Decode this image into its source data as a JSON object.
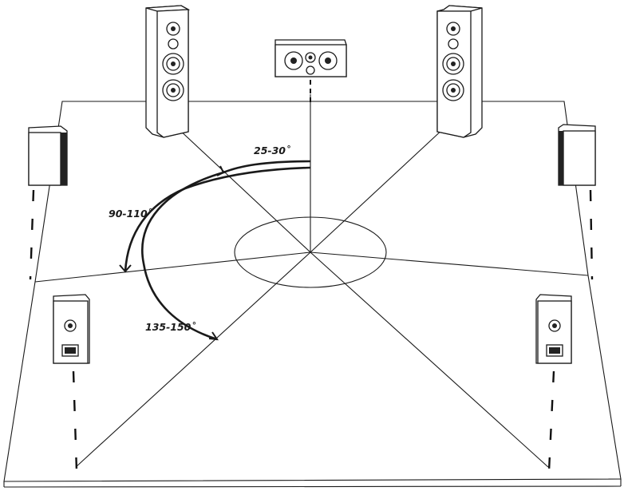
{
  "diagram": {
    "angle_labels": {
      "front": "25-30˚",
      "side": "90-110˚",
      "rear": "135-150˚"
    },
    "speakers": [
      "front-left-tower",
      "center-channel",
      "front-right-tower",
      "side-left-surround",
      "side-right-surround",
      "rear-left-surround",
      "rear-right-surround"
    ],
    "colors": {
      "line": "#1a1a1a",
      "background": "#ffffff"
    }
  }
}
